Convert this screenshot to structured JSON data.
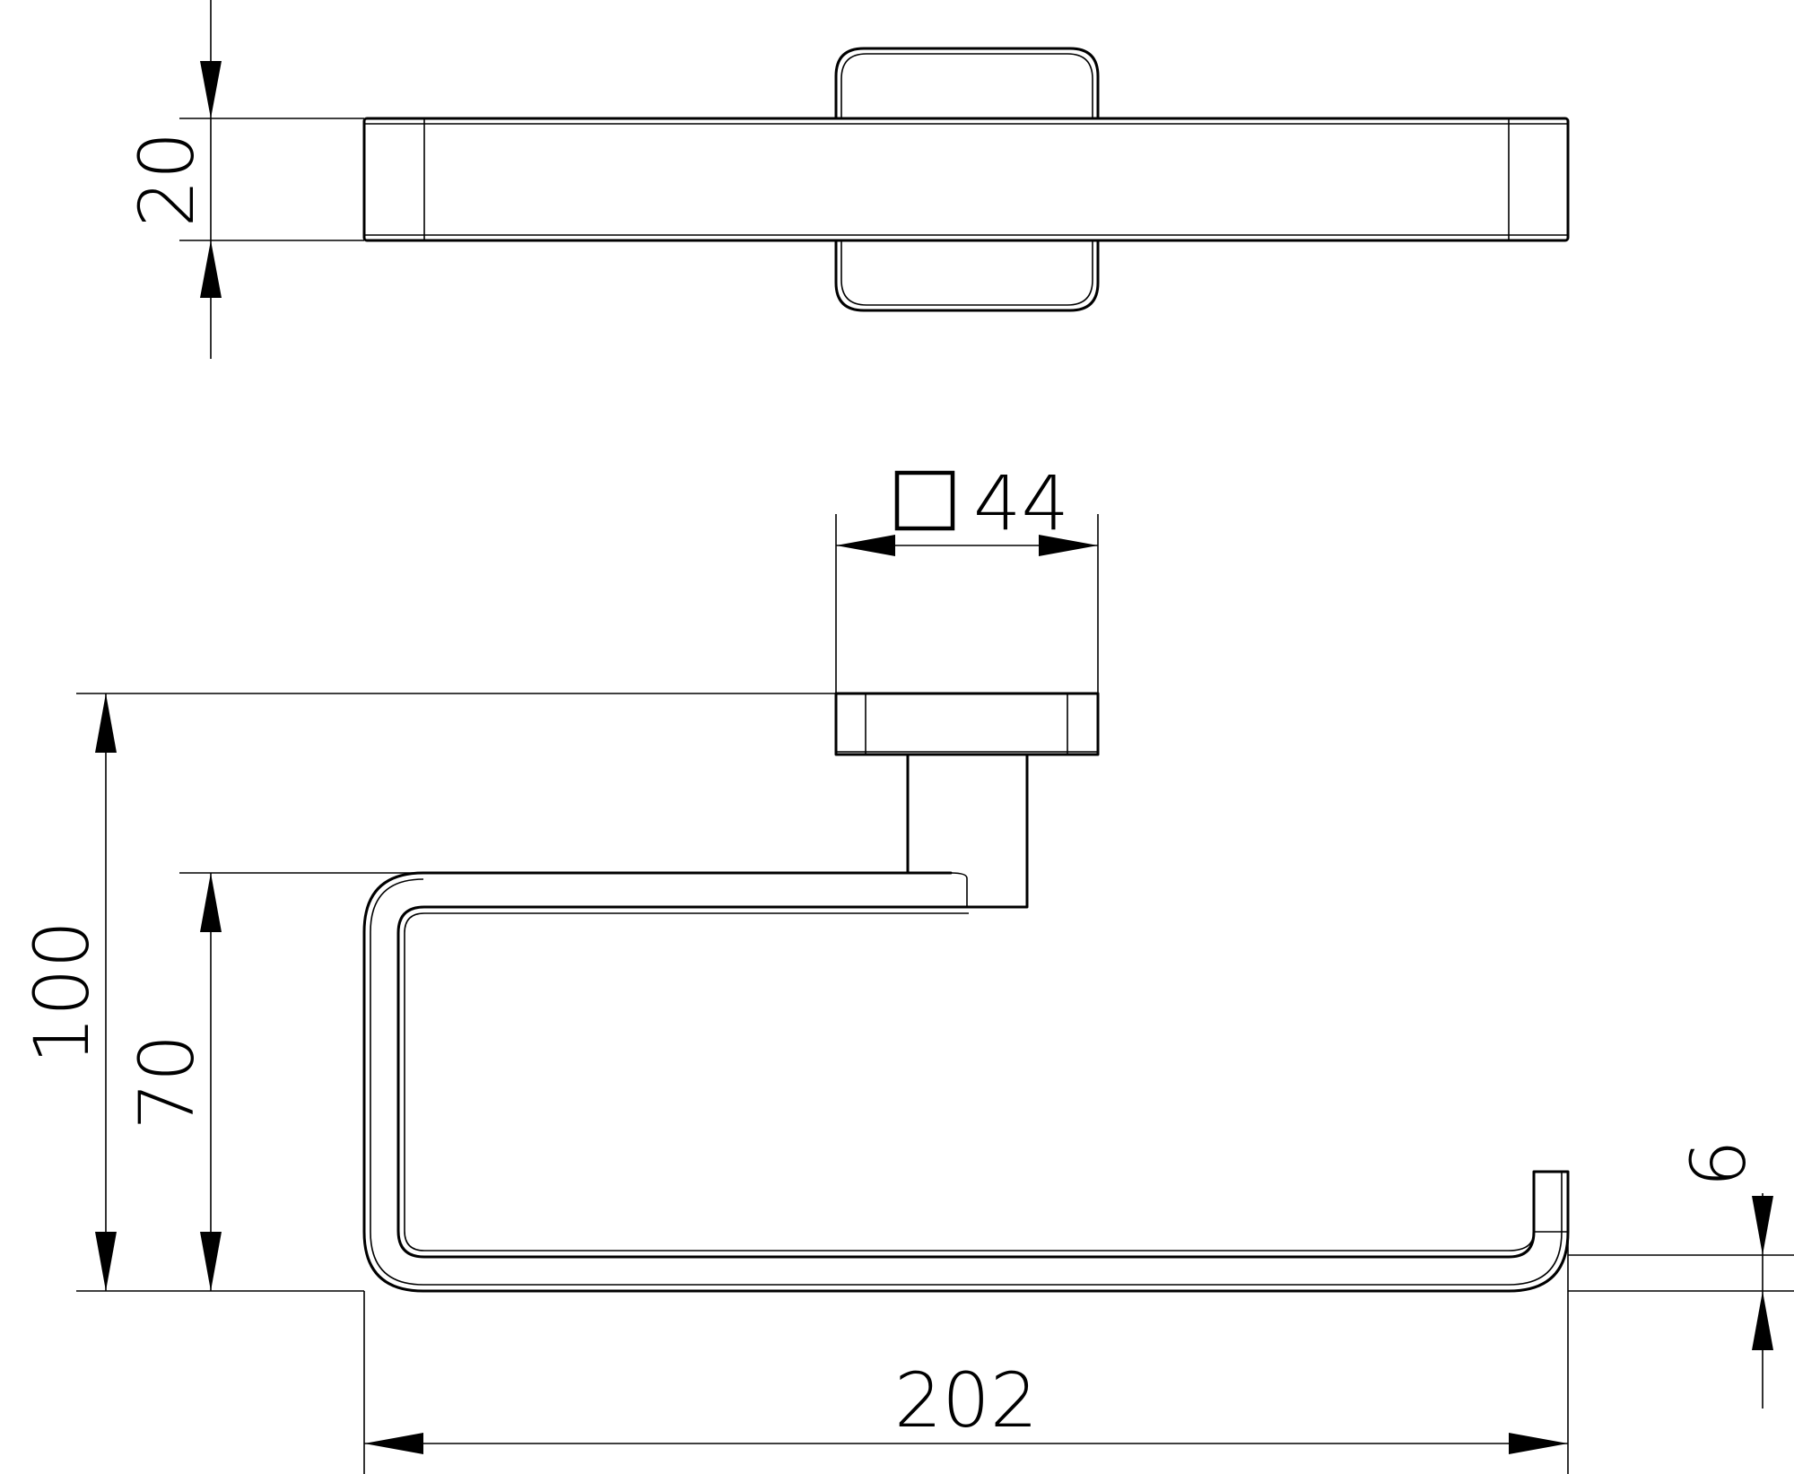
{
  "dimensions": {
    "thickness": "20",
    "base_size": "44",
    "total_height": "100",
    "arm_height": "70",
    "tip_height": "6",
    "total_width": "202"
  },
  "symbols": {
    "square_symbol": "square-icon"
  }
}
